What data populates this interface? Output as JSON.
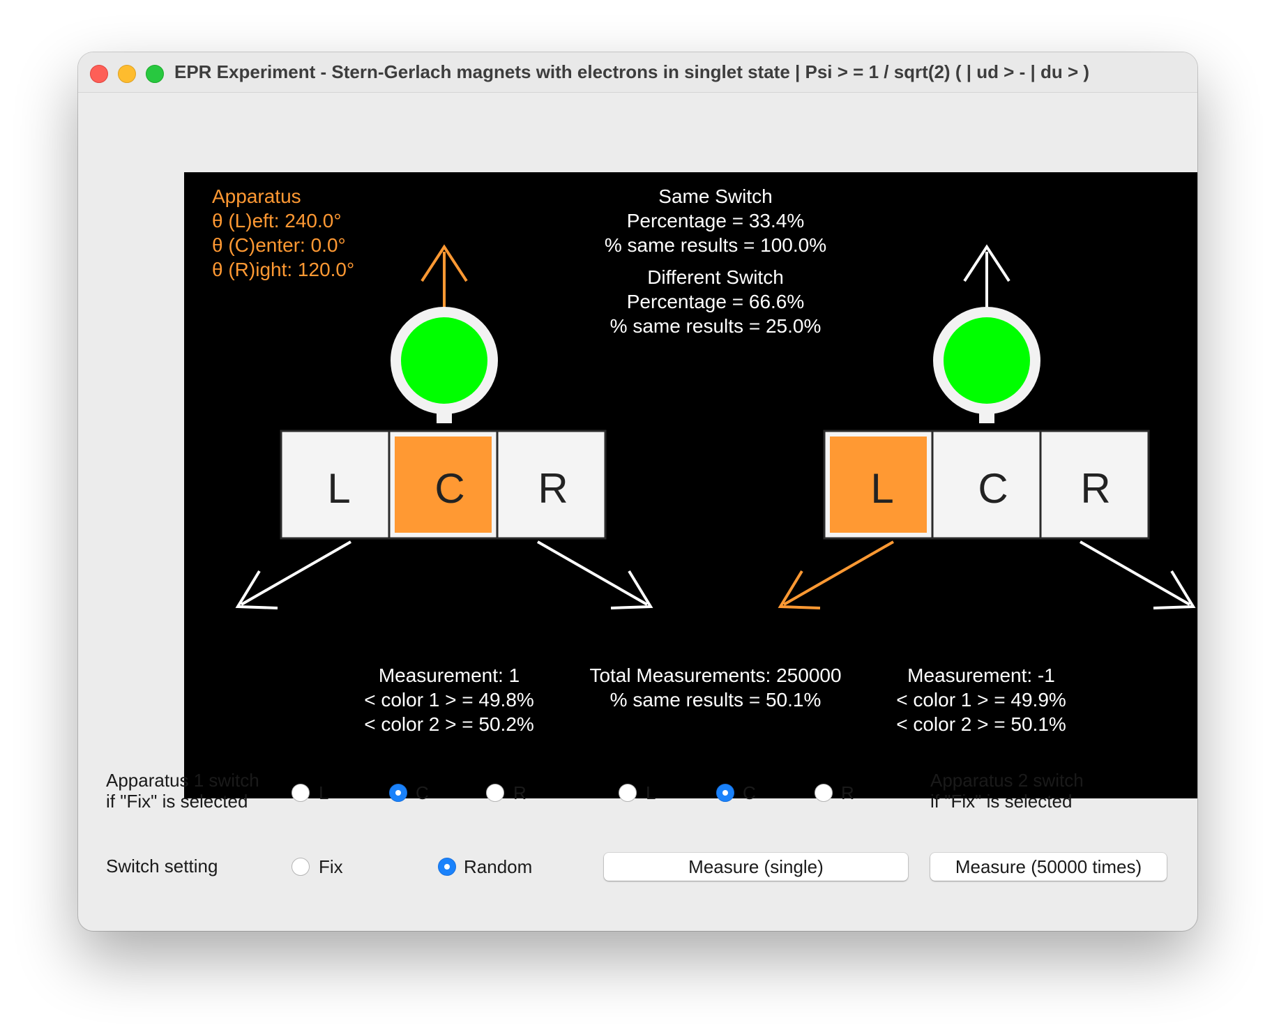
{
  "window": {
    "title": "EPR Experiment - Stern-Gerlach magnets with electrons in singlet state | Psi > = 1 / sqrt(2) ( | ud > - | du > )"
  },
  "colors": {
    "accent": "#ff9933",
    "detector_light": "#00ff00",
    "canvas_background": "#000000",
    "radio_selected": "#1a82fb"
  },
  "apparatus_info": {
    "heading": "Apparatus",
    "left": "θ (L)eft: 240.0°",
    "center": "θ (C)enter: 0.0°",
    "right": "θ (R)ight: 120.0°"
  },
  "stats": {
    "same_switch": {
      "heading": "Same Switch",
      "percentage": "Percentage = 33.4%",
      "same_results": "% same results = 100.0%"
    },
    "different_switch": {
      "heading": "Different Switch",
      "percentage": "Percentage = 66.6%",
      "same_results": "% same results = 25.0%"
    }
  },
  "apparatus1": {
    "keys": [
      "L",
      "C",
      "R"
    ],
    "active": "C",
    "measurement": "Measurement: 1",
    "color1": "< color 1 > = 49.8%",
    "color2": "< color 2 > = 50.2%"
  },
  "apparatus2": {
    "keys": [
      "L",
      "C",
      "R"
    ],
    "active": "L",
    "measurement": "Measurement: -1",
    "color1": "< color 1 > = 49.9%",
    "color2": "< color 2 > = 50.1%"
  },
  "totals": {
    "total": "Total Measurements: 250000",
    "same_results": "% same results = 50.1%"
  },
  "controls": {
    "app1_label_line1": "Apparatus 1 switch",
    "app1_label_line2": "if \"Fix\" is selected",
    "app2_label_line1": "Apparatus 2 switch",
    "app2_label_line2": "if \"Fix\" is selected",
    "app1_options": [
      "L",
      "C",
      "R"
    ],
    "app1_selected": "C",
    "app2_options": [
      "L",
      "C",
      "R"
    ],
    "app2_selected": "C",
    "switch_setting_label": "Switch setting",
    "switch_options": [
      "Fix",
      "Random"
    ],
    "switch_selected": "Random",
    "measure_single": "Measure (single)",
    "measure_many": "Measure (50000 times)"
  }
}
